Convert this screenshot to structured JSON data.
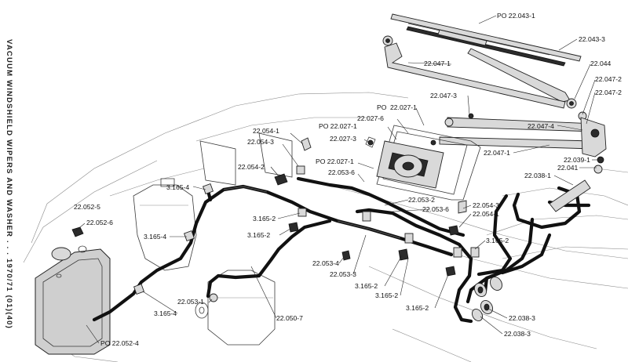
{
  "page": {
    "side_title": "VACUUM WINDSHIELD WIPERS AND WASHER . . . 1970/71 (01)(40)"
  },
  "labels": [
    "PO 22.043-1",
    "22.043-3",
    "22.044",
    "22.047-1",
    "22.047-2",
    "22.047-2",
    "22.047-3",
    "PO",
    "22.027-1",
    "22.027-6",
    "PO 22.027-1",
    "22.027-3",
    "22.047-4",
    "22.047-1",
    "22.054-1",
    "22.054-3",
    "22.054-2",
    "PO 22.027-1",
    "22.053-6",
    "22.039-1",
    "22.041",
    "22.038-1",
    "3.165-4",
    "22.053-2",
    "22.053-6",
    "22.054-3",
    "22.054-1",
    "22.052-5",
    "22.052-6",
    "3.165-2",
    "3.165-2",
    "3.165-4",
    "3.165-2",
    "22.053-4",
    "22.053-3",
    "3.165-2",
    "3.165-2",
    "3.165-4",
    "22.053-1",
    "3.165-2",
    "22.050-7",
    "22.038-3",
    "22.038-3",
    "PO 22.052-4"
  ],
  "colors": {
    "ink": "#111111",
    "paper": "#ffffff",
    "part_fill": "#d9d9d9"
  }
}
